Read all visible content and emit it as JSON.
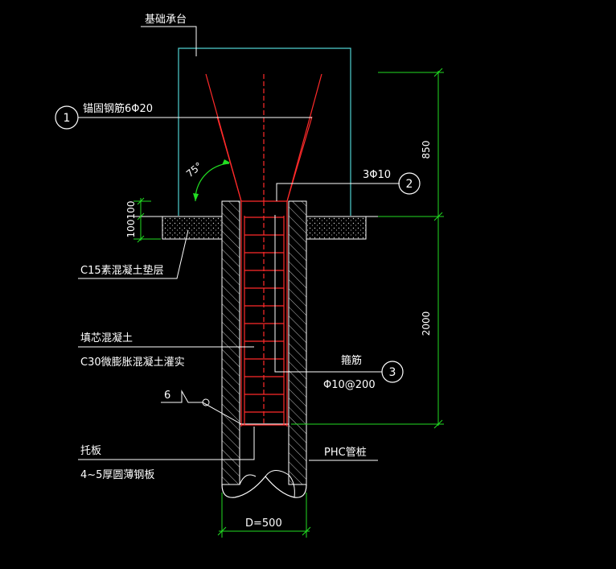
{
  "labels": {
    "cap": "基础承台",
    "anchor_bars": "锚固钢筋6Φ20",
    "bars_3": "3Φ10",
    "angle": "75°",
    "cushion": "C15素混凝土垫层",
    "fill_1": "填芯混凝土",
    "fill_2": "C30微膨胀混凝土灌实",
    "stirrup_1": "箍筋",
    "stirrup_2": "Φ10@200",
    "plate_num": "6",
    "plate_1": "托板",
    "plate_2": "4~5厚圆薄钢板",
    "pile": "PHC管桩",
    "diameter": "D=500"
  },
  "callouts": [
    "1",
    "2",
    "3"
  ],
  "dimensions": {
    "cap_height": "850",
    "fill_length": "2000",
    "cushion_a": "100",
    "cushion_b": "100"
  },
  "colors": {
    "background": "#000000",
    "outline": "#ffffff",
    "cap_outline": "#4fd0d0",
    "rebar": "#ff2a2a",
    "dimension": "#22dd22"
  }
}
